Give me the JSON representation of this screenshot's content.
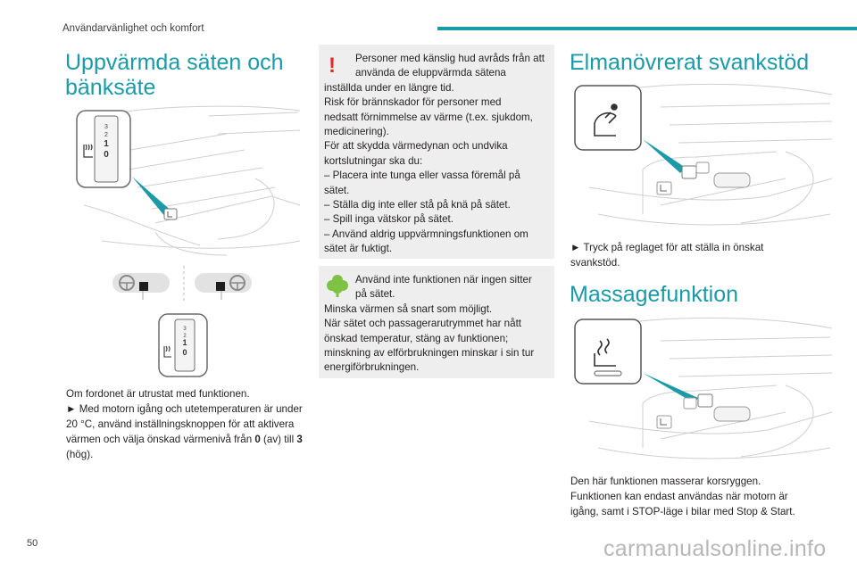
{
  "header": {
    "section_title": "Användarvänlighet och komfort"
  },
  "page_number": "50",
  "watermark": "carmanualsonline.info",
  "heated_seats": {
    "title_line1": "Uppvärmda säten och",
    "title_line2": "bänksäte",
    "switch_labels": [
      "3",
      "2",
      "1",
      "0"
    ],
    "p1": "Om fordonet är utrustat med funktionen.",
    "p2a": "► Med motorn igång och utetemperaturen är under 20 °C, använd inställningsknoppen för att aktivera värmen och välja önskad värmenivå från ",
    "p2_bold1": "0",
    "p2b": " (av) till ",
    "p2_bold2": "3",
    "p2c": " (hög)."
  },
  "warning": {
    "icon": "!",
    "lines": [
      "Personer med känslig hud avråds från att",
      "använda de eluppvärmda sätena",
      "inställda under en längre tid.",
      "Risk för brännskador för personer med",
      "nedsatt förnimmelse av värme (t.ex. sjukdom,",
      "medicinering).",
      "För att skydda värmedynan och undvika",
      "kortslutningar ska du:",
      "– Placera inte tunga eller vassa föremål på",
      "sätet.",
      "– Ställa dig inte eller stå på knä på sätet.",
      "– Spill inga vätskor på sätet.",
      "– Använd aldrig uppvärmningsfunktionen om",
      "sätet är fuktigt."
    ]
  },
  "eco": {
    "icon": "eco-tree-icon",
    "lines": [
      "Använd inte funktionen när ingen sitter",
      "på sätet.",
      "Minska värmen så snart som möjligt.",
      "När sätet och passagerarutrymmet har nått",
      "önskad temperatur, stäng av funktionen;",
      "minskning av elförbrukningen minskar i sin tur",
      "energiförbrukningen."
    ]
  },
  "lumbar": {
    "title": "Elmanövrerat svankstöd",
    "text_line1": "► Tryck på reglaget för att ställa in önskat",
    "text_line2": "svankstöd."
  },
  "massage": {
    "title": "Massagefunktion",
    "lines": [
      "Den här funktionen masserar korsryggen.",
      "Funktionen kan endast användas när motorn är",
      "igång, samt i STOP-läge i bilar med Stop & Start."
    ]
  },
  "colors": {
    "accent": "#1b9aa8",
    "warning_red": "#e32b2b",
    "eco_green": "#7dc242",
    "box_bg": "#eeeeee"
  }
}
